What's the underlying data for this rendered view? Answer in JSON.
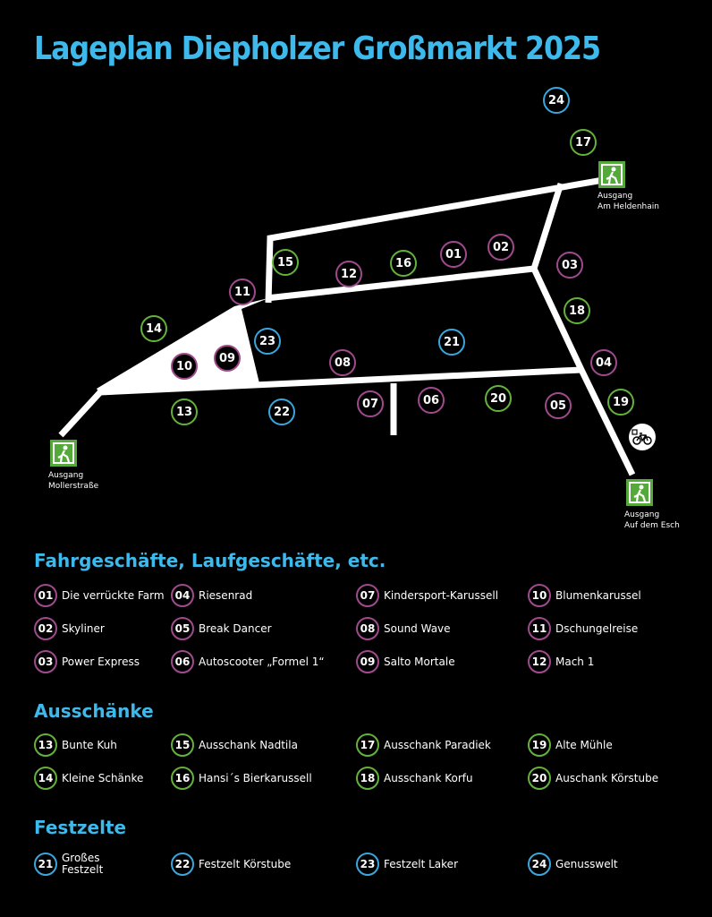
{
  "title": "Lageplan Diepholzer Großmarkt 2025",
  "colors": {
    "title_blue": "#3db9ec",
    "rides_purple": "#a04a8e",
    "bars_green": "#63b23b",
    "tents_blue": "#3aa7dc",
    "exit_green": "#55a93a",
    "roads": "#ffffff",
    "background": "#000000"
  },
  "map": {
    "markers": [
      {
        "num": "01",
        "category": "rides"
      },
      {
        "num": "02",
        "category": "rides"
      },
      {
        "num": "03",
        "category": "rides"
      },
      {
        "num": "04",
        "category": "rides"
      },
      {
        "num": "05",
        "category": "rides"
      },
      {
        "num": "06",
        "category": "rides"
      },
      {
        "num": "07",
        "category": "rides"
      },
      {
        "num": "08",
        "category": "rides"
      },
      {
        "num": "09",
        "category": "rides"
      },
      {
        "num": "10",
        "category": "rides"
      },
      {
        "num": "11",
        "category": "rides"
      },
      {
        "num": "12",
        "category": "rides"
      },
      {
        "num": "13",
        "category": "bars"
      },
      {
        "num": "14",
        "category": "bars"
      },
      {
        "num": "15",
        "category": "bars"
      },
      {
        "num": "16",
        "category": "bars"
      },
      {
        "num": "17",
        "category": "bars"
      },
      {
        "num": "18",
        "category": "bars"
      },
      {
        "num": "19",
        "category": "bars"
      },
      {
        "num": "20",
        "category": "bars"
      },
      {
        "num": "21",
        "category": "tents"
      },
      {
        "num": "22",
        "category": "tents"
      },
      {
        "num": "23",
        "category": "tents"
      },
      {
        "num": "24",
        "category": "tents"
      }
    ],
    "exits": [
      {
        "icon": "emergency-exit-icon",
        "line1": "Ausgang",
        "line2": "Am Heldenhain"
      },
      {
        "icon": "emergency-exit-icon",
        "line1": "Ausgang",
        "line2": "Mollerstraße"
      },
      {
        "icon": "emergency-exit-icon",
        "line1": "Ausgang",
        "line2": "Auf dem Esch"
      }
    ],
    "bike_parking_icon": "bicycle-parking-icon"
  },
  "legend": {
    "rides": {
      "heading": "Fahrgeschäfte, Laufgeschäfte, etc.",
      "items": [
        {
          "num": "01",
          "label": "Die verrückte Farm"
        },
        {
          "num": "02",
          "label": "Skyliner"
        },
        {
          "num": "03",
          "label": "Power Express"
        },
        {
          "num": "04",
          "label": "Riesenrad"
        },
        {
          "num": "05",
          "label": "Break Dancer"
        },
        {
          "num": "06",
          "label": "Autoscooter „Formel 1“"
        },
        {
          "num": "07",
          "label": "Kindersport-Karussell"
        },
        {
          "num": "08",
          "label": "Sound Wave"
        },
        {
          "num": "09",
          "label": "Salto Mortale"
        },
        {
          "num": "10",
          "label": "Blumenkarussel"
        },
        {
          "num": "11",
          "label": "Dschungelreise"
        },
        {
          "num": "12",
          "label": "Mach 1"
        }
      ]
    },
    "bars": {
      "heading": "Ausschänke",
      "items": [
        {
          "num": "13",
          "label": "Bunte Kuh"
        },
        {
          "num": "14",
          "label": "Kleine Schänke"
        },
        {
          "num": "15",
          "label": "Ausschank Nadtila"
        },
        {
          "num": "16",
          "label": "Hansi´s Bierkarussell"
        },
        {
          "num": "17",
          "label": "Ausschank Paradiek"
        },
        {
          "num": "18",
          "label": "Ausschank Korfu"
        },
        {
          "num": "19",
          "label": "Alte Mühle"
        },
        {
          "num": "20",
          "label": "Auschank Körstube"
        }
      ]
    },
    "tents": {
      "heading": "Festzelte",
      "items": [
        {
          "num": "21",
          "label": "Großes\nFestzelt"
        },
        {
          "num": "22",
          "label": "Festzelt Körstube"
        },
        {
          "num": "23",
          "label": "Festzelt Laker"
        },
        {
          "num": "24",
          "label": "Genusswelt"
        }
      ]
    }
  }
}
